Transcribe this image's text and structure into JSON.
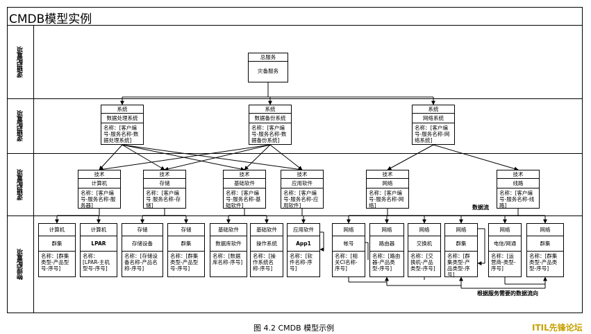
{
  "title": "CMDB模型实例",
  "bands": [
    "逻辑配置项",
    "逻辑配置项",
    "逻辑配置项",
    "物理配置项"
  ],
  "root": {
    "header": "总服务",
    "body": "灾备服务"
  },
  "systems": [
    {
      "header": "系统",
      "mid": "数据处理系统",
      "body": "名称：[客户编号-服务名称-数据处理系统]"
    },
    {
      "header": "系统",
      "mid": "数据备份系统",
      "body": "名称：[客户编号-服务名称-数据备份系统]"
    },
    {
      "header": "系统",
      "mid": "网络系统",
      "body": "名称：[客户编号-服务名称-网络系统]"
    }
  ],
  "techs": [
    {
      "header": "技术",
      "mid": "计算机",
      "body": "名称：[客户编号-服务名称-服务器]"
    },
    {
      "header": "技术",
      "mid": "存储",
      "body": "名称：[客户编号 服务名称-存储]"
    },
    {
      "header": "技术",
      "mid": "基础软件",
      "body": "名称：[客户编号-服务名称-基础软件]"
    },
    {
      "header": "技术",
      "mid": "应用软件",
      "body": "名称：[客户编号-服务名称-应用软件]"
    },
    {
      "header": "技术",
      "mid": "网络",
      "body": "名称：[客户编号-服务名称-网络]"
    },
    {
      "header": "技术",
      "mid": "线路",
      "body": "名称：[客户编号-服务名称-线路]"
    }
  ],
  "physicals": [
    {
      "header": "计算机",
      "mid": "群集",
      "body": "名称：[群集类型-产品型号-序号]"
    },
    {
      "header": "计算机",
      "mid": "LPAR",
      "body": "名称：[LPAR-主机型号-序号]"
    },
    {
      "header": "存储",
      "mid": "存储设备",
      "body": "名称：[存储设备名称-产品名称-序号]"
    },
    {
      "header": "存储",
      "mid": "群集",
      "body": "名称：[群集类型-产品型号-序号]"
    },
    {
      "header": "基础软件",
      "mid": "数据库软件",
      "body": "名称：[数据库名称-序号]"
    },
    {
      "header": "基础软件",
      "mid": "操作系统",
      "body": "名称：[操作系统名称-序号]"
    },
    {
      "header": "应用软件",
      "mid": "App1",
      "body": "名称：[软件名称-序号]"
    },
    {
      "header": "网络",
      "mid": "帐号",
      "body": "名称：[相关CI名称-序号]"
    },
    {
      "header": "网络",
      "mid": "路由器",
      "body": "名称：[路由器-产品类型-序号]"
    },
    {
      "header": "网络",
      "mid": "交换机",
      "body": "名称：[交换机-产品类型-序号]"
    },
    {
      "header": "网络",
      "mid": "群集",
      "body": "名称：[群集类型-产品类型-序号]"
    },
    {
      "header": "网络",
      "mid": "电信/网通",
      "body": "名称：[运营商-类型-序号]"
    },
    {
      "header": "网络",
      "mid": "群集",
      "body": "名称：[群集类型-产品类型-序号]"
    }
  ],
  "notes": {
    "data_flow": "数据流",
    "flow_by_service": "根据服务需要的数据流向"
  },
  "caption": "图 4.2 CMDB 模型示例",
  "brand": "ITIL先锋论坛"
}
